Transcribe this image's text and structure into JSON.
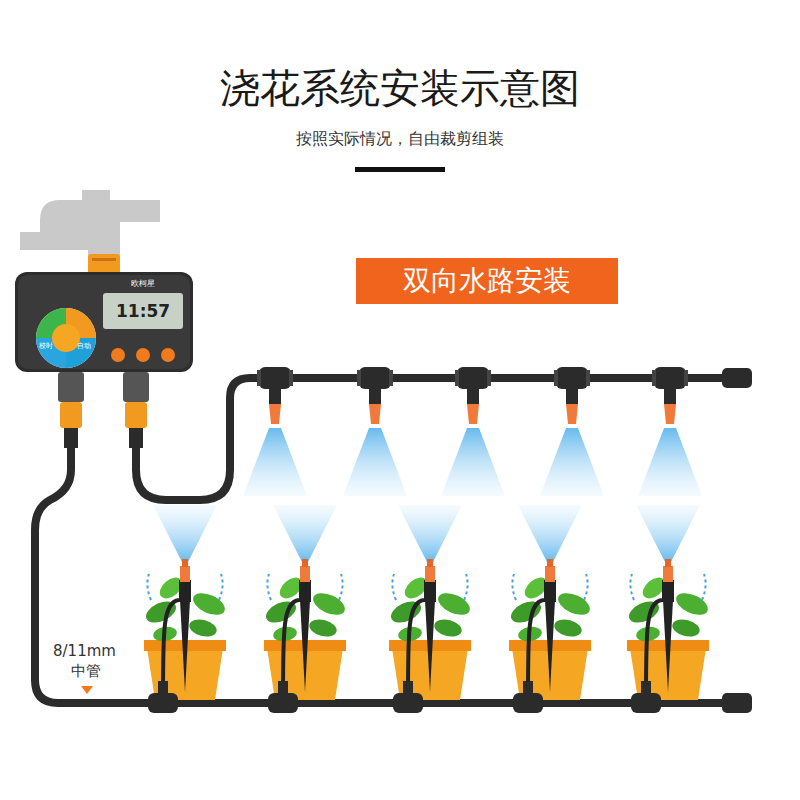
{
  "diagram": {
    "title": "浇花系统安装示意图",
    "nodes": [
      {
        "text": [
          "双向水路安装"
        ]
      }
    ],
    "edges": [],
    "labels": [
      "按照实际情况，自由裁剪组装",
      "欧柯星",
      "校时",
      "自动",
      "11:57",
      "8/11mm",
      "中管"
    ]
  }
}
